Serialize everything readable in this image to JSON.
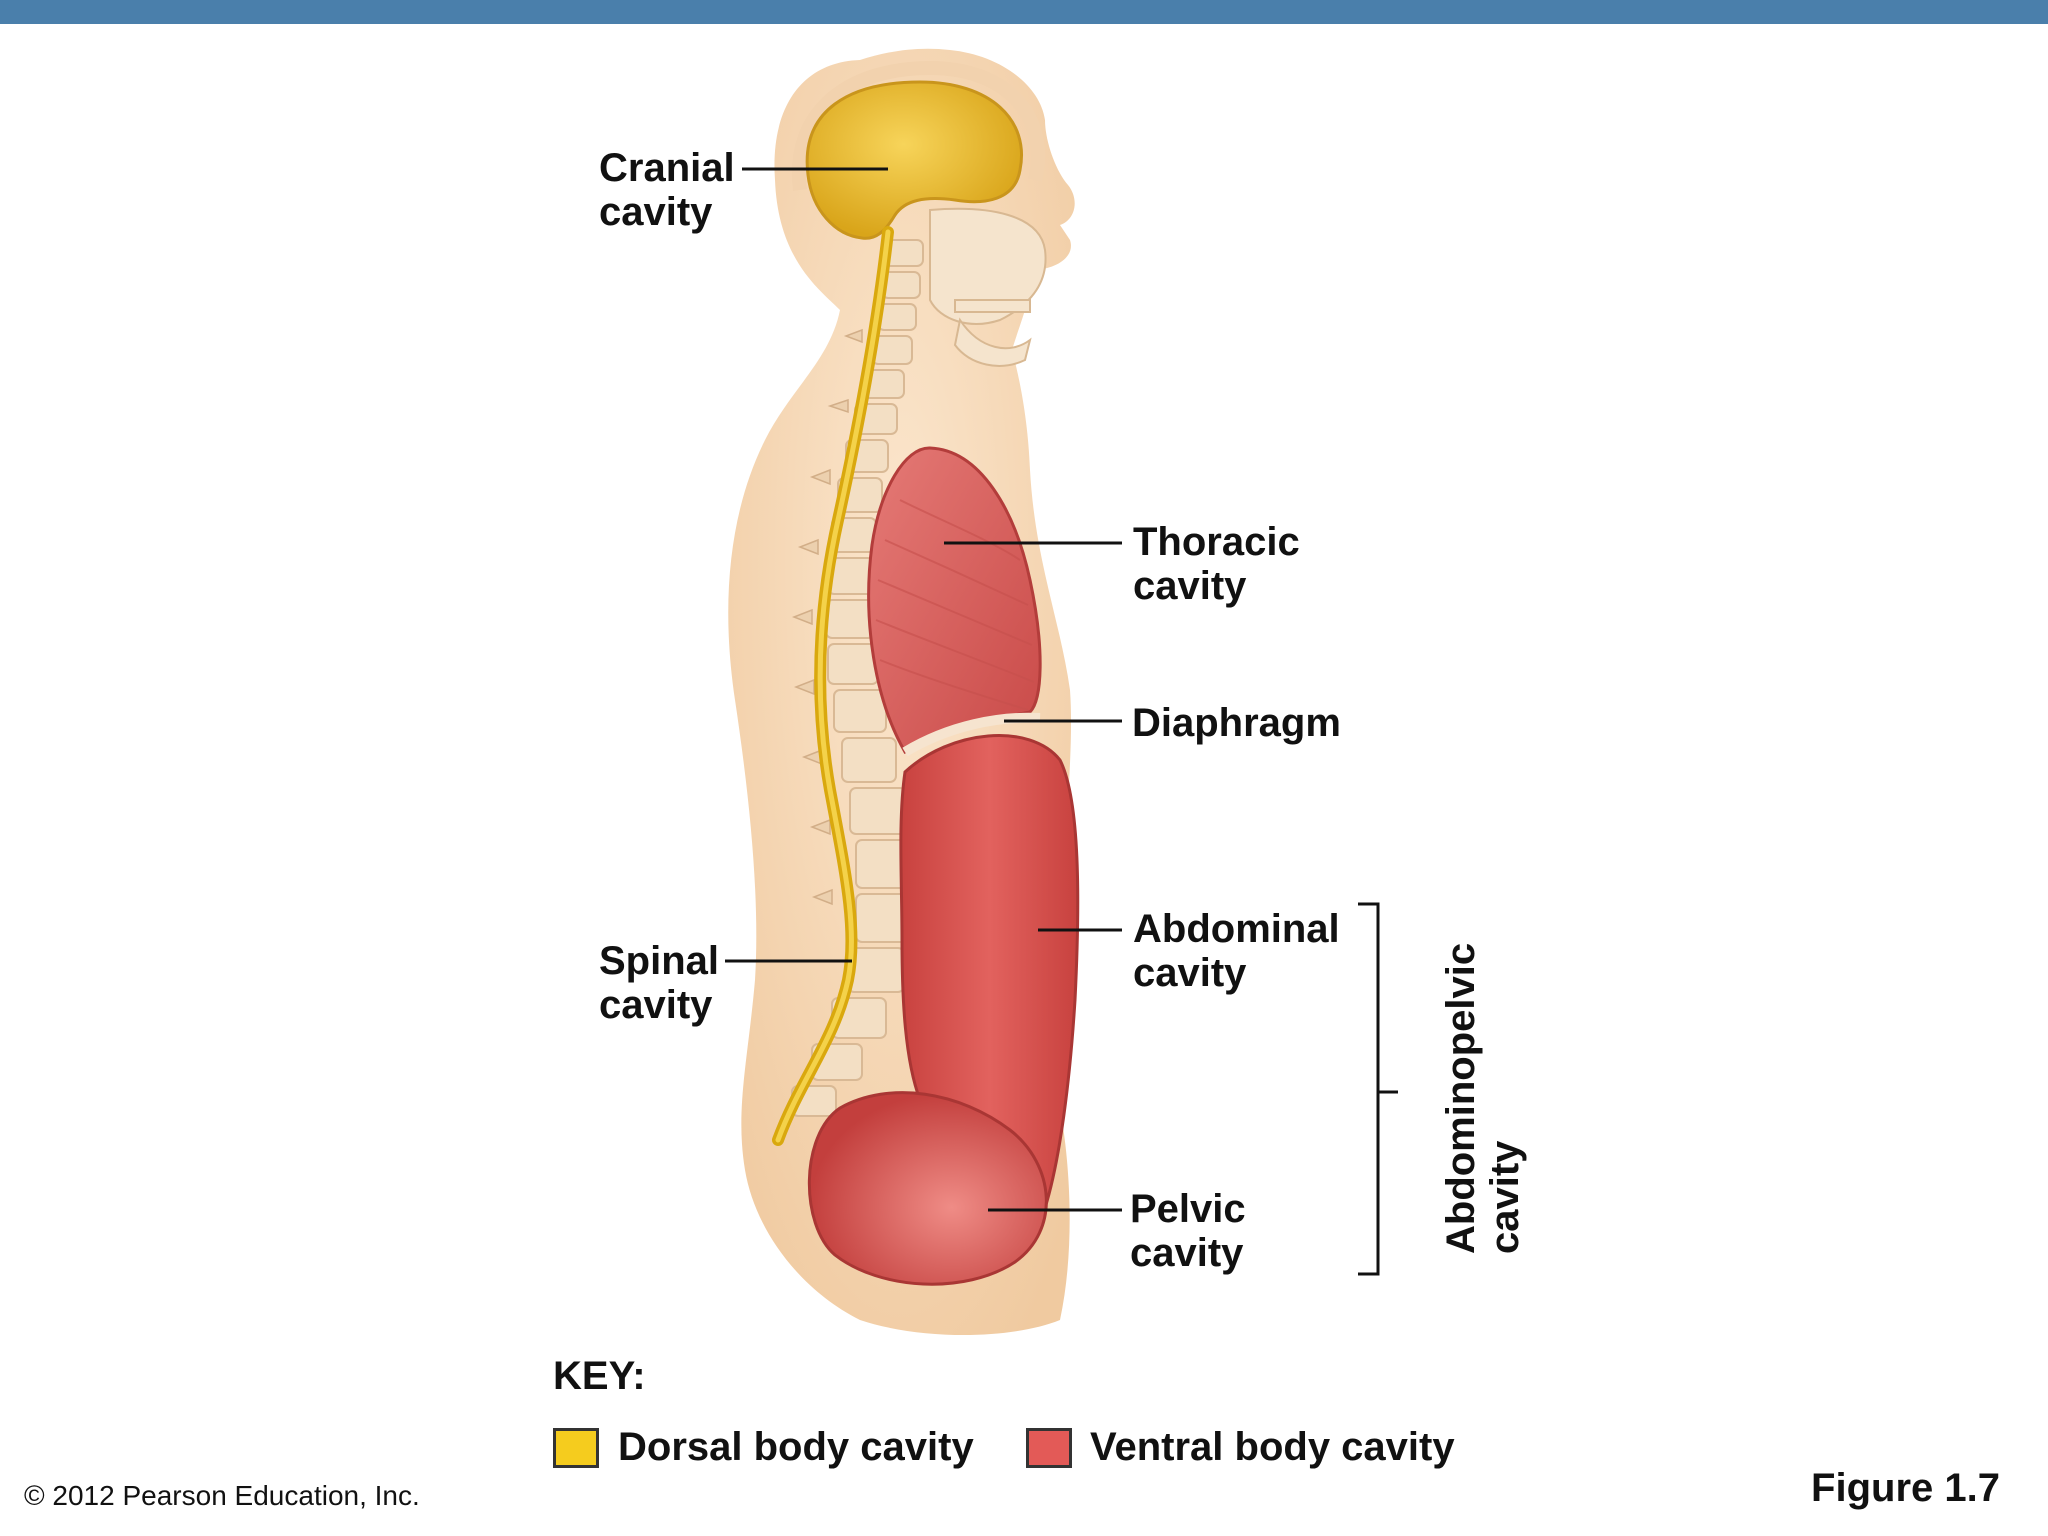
{
  "labels": {
    "cranial": [
      "Cranial",
      "cavity"
    ],
    "thoracic": [
      "Thoracic",
      "cavity"
    ],
    "diaphragm": "Diaphragm",
    "abdominal": [
      "Abdominal",
      "cavity"
    ],
    "spinal": [
      "Spinal",
      "cavity"
    ],
    "pelvic": [
      "Pelvic",
      "cavity"
    ],
    "abdominopelvic": [
      "Abdominopelvic",
      "cavity"
    ]
  },
  "key": {
    "title": "KEY:",
    "items": [
      {
        "label": "Dorsal body cavity",
        "color": "#f5cc1e"
      },
      {
        "label": "Ventral body cavity",
        "color": "#e35a57"
      }
    ]
  },
  "colors": {
    "header_bar": "#4a7fab",
    "skin": "#f6d9b8",
    "dorsal": "#f5cc1e",
    "ventral": "#e35a57"
  },
  "footer": {
    "copyright": "© 2012 Pearson Education, Inc.",
    "figure": "Figure 1.7"
  }
}
